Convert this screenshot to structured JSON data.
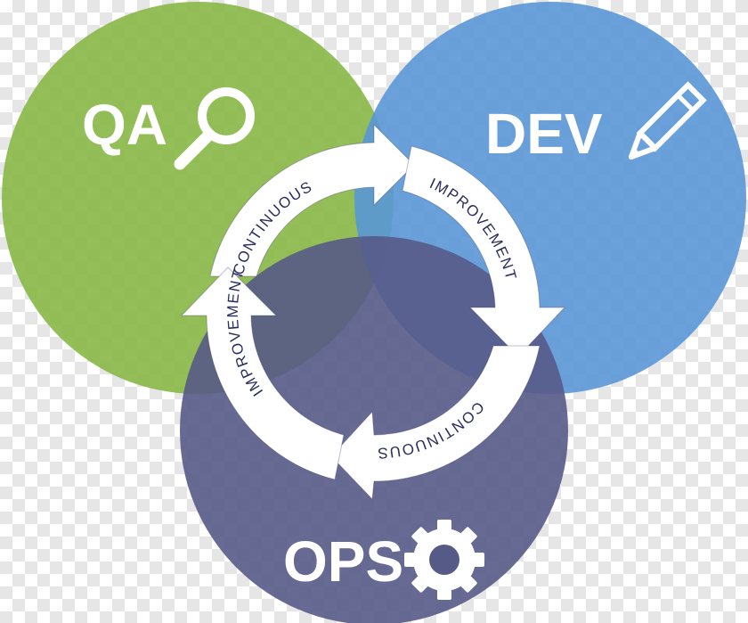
{
  "circles": {
    "qa": {
      "label": "QA",
      "color": "#8ab84a",
      "icon": "magnifier-icon"
    },
    "dev": {
      "label": "DEV",
      "color": "#5a97d6",
      "icon": "pencil-icon"
    },
    "ops": {
      "label": "OPS",
      "color": "#565a87",
      "icon": "gear-icon"
    }
  },
  "cycle": {
    "top": "CONTINUOUS",
    "right": "IMPROVEMENT",
    "bottom": "CONTINUOUS",
    "left": "IMPROVEMENT"
  }
}
